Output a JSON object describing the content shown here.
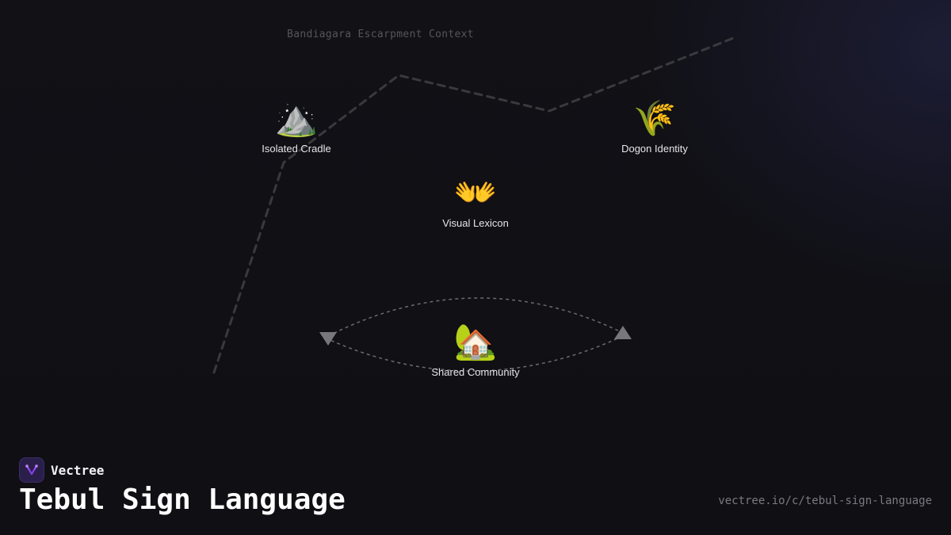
{
  "context_label": "Bandiagara Escarpment Context",
  "nodes": {
    "isolated_cradle": {
      "icon": "mountain-icon",
      "emoji": "⛰️",
      "label": "Isolated Cradle"
    },
    "dogon_identity": {
      "icon": "sheaf-of-rice-icon",
      "emoji": "🌾",
      "label": "Dogon Identity"
    },
    "visual_lexicon": {
      "icon": "open-hands-icon",
      "emoji": "👐",
      "label": "Visual Lexicon"
    },
    "shared_community": {
      "icon": "house-with-garden-icon",
      "emoji": "🏡",
      "label": "Shared Community"
    }
  },
  "brand": {
    "name": "Vectree",
    "logo_color": "#a855f7"
  },
  "title": "Tebul Sign Language",
  "url": "vectree.io/c/tebul-sign-language",
  "colors": {
    "background": "#111116",
    "escarpment_line": "#3a3a3e",
    "cycle_line": "#6a6a70"
  }
}
